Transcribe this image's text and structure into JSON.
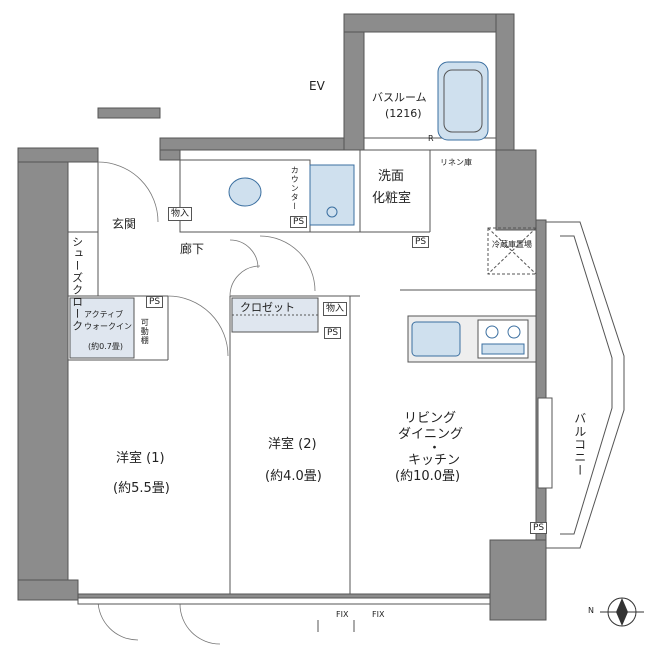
{
  "labels": {
    "ev": "EV",
    "bathroom": "バスルーム",
    "bathroom_size": "(1216)",
    "washroom_1": "洗面",
    "washroom_2": "化粧室",
    "linen": "リネン庫",
    "entrance": "玄関",
    "storage": "物入",
    "corridor": "廊下",
    "shoe_closet": "シューズクローク",
    "counter": "カウンター",
    "fridge": "冷蔵庫置場",
    "closet": "クロゼット",
    "storage2": "物入",
    "walkin_1": "アクティブ",
    "walkin_2": "ウォークイン",
    "walkin_3": "(約0.7畳)",
    "movable_shelf": "可動棚",
    "room1_name": "洋室 (1)",
    "room1_size": "(約5.5畳)",
    "room2_name": "洋室 (2)",
    "room2_size": "(約4.0畳)",
    "ldk_1": "リビング",
    "ldk_2": "ダイニング",
    "ldk_3": "・",
    "ldk_4": "キッチン",
    "ldk_5": "(約10.0畳)",
    "balcony": "バルコニー",
    "ps": "PS",
    "fix": "FIX",
    "r": "R",
    "compass": "N"
  }
}
